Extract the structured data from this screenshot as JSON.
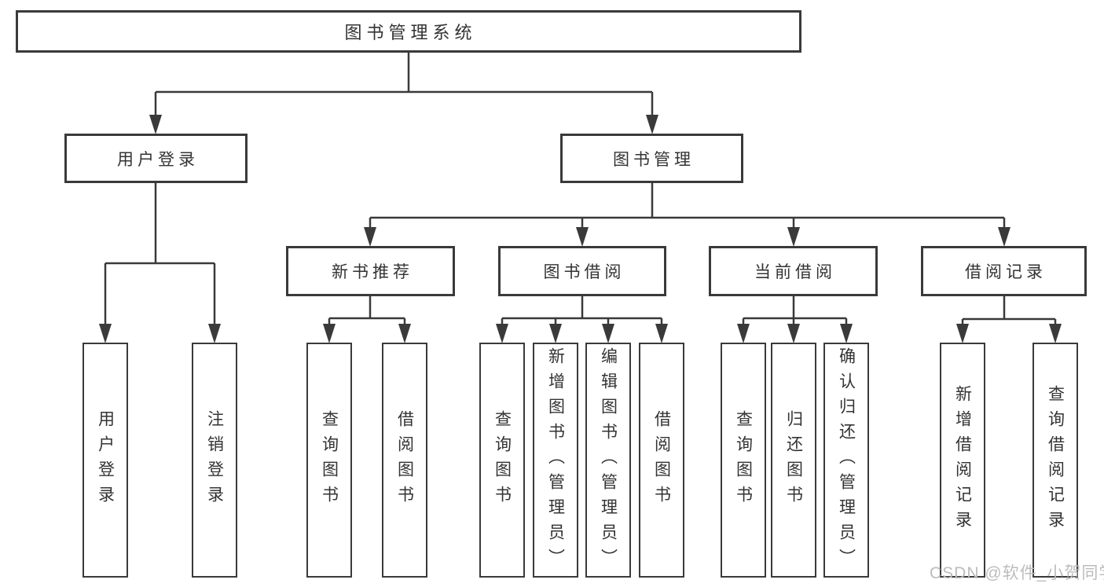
{
  "diagram": {
    "root": {
      "label": "图书管理系统"
    },
    "user_login_branch": {
      "label": "用户登录",
      "children": [
        {
          "label": "用户登录"
        },
        {
          "label": "注销登录"
        }
      ]
    },
    "book_mgmt_branch": {
      "label": "图书管理",
      "sections": [
        {
          "label": "新书推荐",
          "children": [
            {
              "label": "查询图书"
            },
            {
              "label": "借阅图书"
            }
          ]
        },
        {
          "label": "图书借阅",
          "children": [
            {
              "label": "查询图书"
            },
            {
              "label": "新增图书（管理员）"
            },
            {
              "label": "编辑图书（管理员）"
            },
            {
              "label": "借阅图书"
            }
          ]
        },
        {
          "label": "当前借阅",
          "children": [
            {
              "label": "查询图书"
            },
            {
              "label": "归还图书"
            },
            {
              "label": "确认归还（管理员）"
            }
          ]
        },
        {
          "label": "借阅记录",
          "children": [
            {
              "label": "新增借阅记录"
            },
            {
              "label": "查询借阅记录"
            }
          ]
        }
      ]
    }
  },
  "watermark": {
    "text": "CSDN @软件_小贺同学"
  },
  "colors": {
    "line": "#3a3a3a",
    "text": "#333333",
    "box_background": "#ffffff",
    "watermark": "#bcbcbc"
  }
}
